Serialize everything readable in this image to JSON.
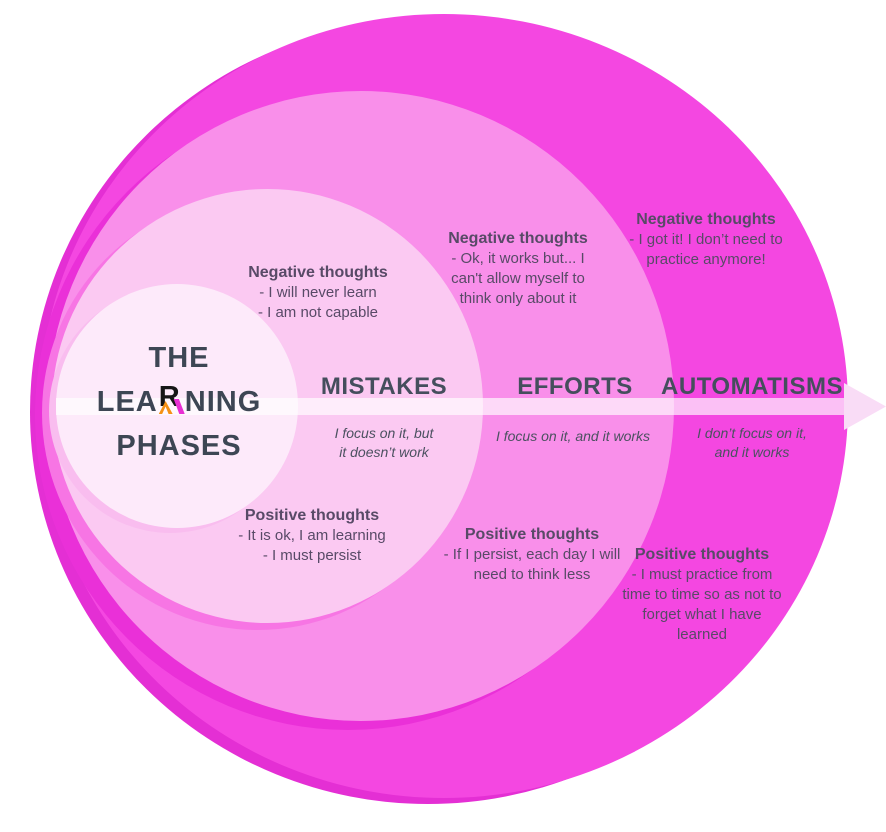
{
  "title": {
    "line1": "THE",
    "line2_prefix": "LEA",
    "logo_letter": "R",
    "line2_suffix": "NING",
    "line3": "PHASES"
  },
  "phases": [
    {
      "label": "MISTAKES",
      "tagline_lines": [
        "I focus on it, but",
        "it doesn’t work"
      ],
      "negative": {
        "header": "Negative thoughts",
        "lines": [
          "- I will never learn",
          "- I am not capable"
        ]
      },
      "positive": {
        "header": "Positive thoughts",
        "lines": [
          "- It is ok, I am learning",
          "- I must persist"
        ]
      }
    },
    {
      "label": "EFFORTS",
      "tagline_lines": [
        "I focus on it, and it works"
      ],
      "negative": {
        "header": "Negative thoughts",
        "lines": [
          "- Ok, it works but... I",
          "can't allow myself to",
          "think only about it"
        ]
      },
      "positive": {
        "header": "Positive thoughts",
        "lines": [
          "- If I persist, each day I will",
          "need to think less"
        ]
      }
    },
    {
      "label": "AUTOMATISMS",
      "tagline_lines": [
        "I don’t focus on it,",
        "and it works"
      ],
      "negative": {
        "header": "Negative thoughts",
        "lines": [
          "- I got it! I don’t need to",
          "practice anymore!"
        ]
      },
      "positive": {
        "header": "Positive thoughts",
        "lines": [
          "- I must practice from",
          "time to time so as not to",
          "forget what I have",
          "learned"
        ]
      }
    }
  ],
  "colors": {
    "background": "#ffffff",
    "crescent_circle": "#e42fd4",
    "outer_circle": "#f447e1",
    "second_circle": "#f98fea",
    "third_circle": "#fbc9f2",
    "inner_circle": "#fdeafa",
    "axis_arrowhead": "#f9dcf6",
    "title_text": "#3d4654",
    "phase_label_text": "#454e5d",
    "thought_text": "#584a67",
    "logo_leg": "#e82fd3",
    "logo_chevron": "#f59114"
  }
}
